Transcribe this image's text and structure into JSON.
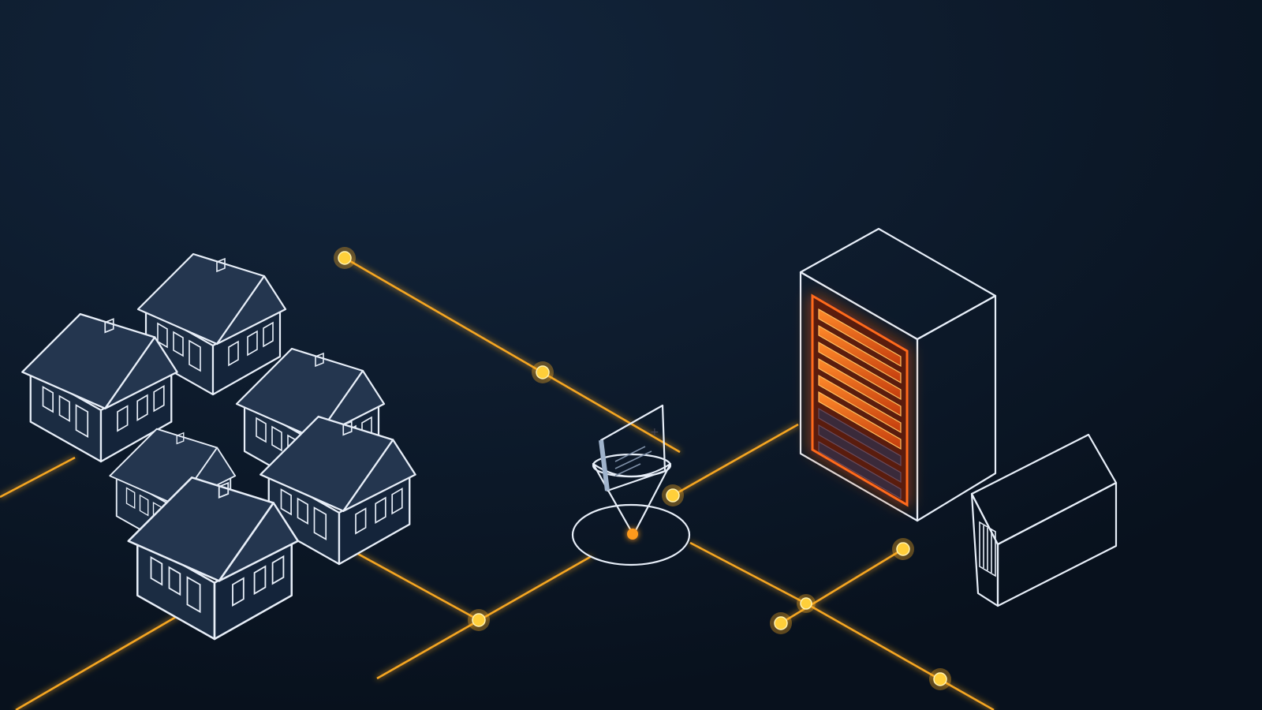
{
  "colors": {
    "background_top": "#0d1b2e",
    "background_bottom": "#0a1220",
    "outline": "#e7eef8",
    "wire": "#f5a623",
    "node": "#ffcf3a",
    "server_glow": "#ff7a1a"
  },
  "icons": [
    "house-icon",
    "funnel-icon",
    "document-icon",
    "server-icon",
    "warehouse-icon"
  ],
  "houses": [
    {
      "name": "house-top"
    },
    {
      "name": "house-left"
    },
    {
      "name": "house-mid-right"
    },
    {
      "name": "house-small"
    },
    {
      "name": "house-right"
    },
    {
      "name": "house-front"
    }
  ]
}
